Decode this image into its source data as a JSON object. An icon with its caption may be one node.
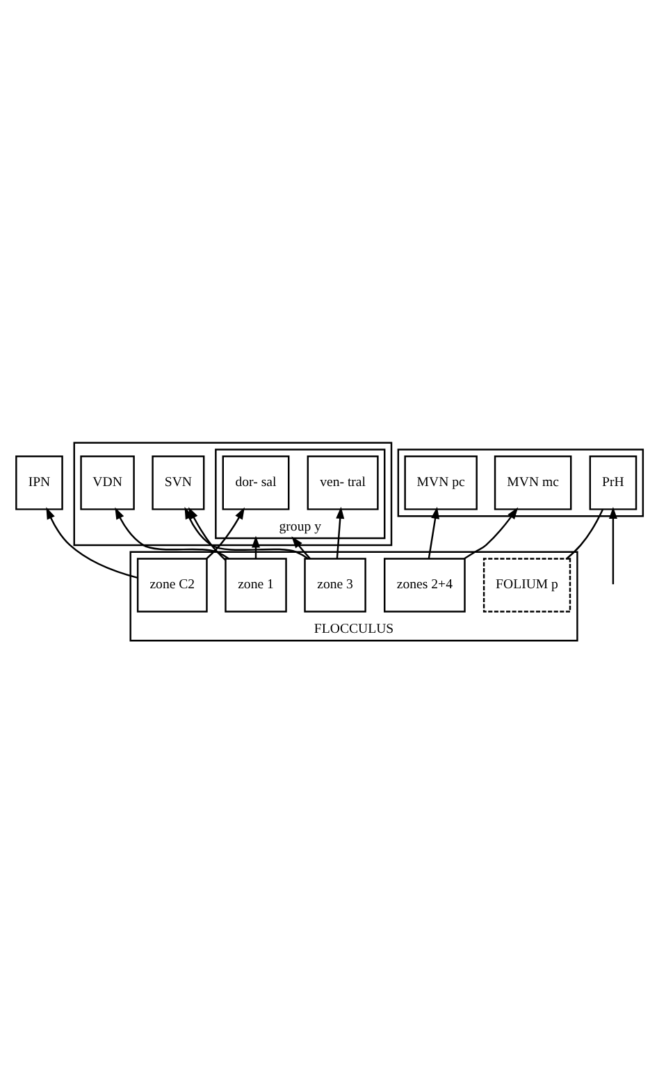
{
  "diagram": {
    "nodes": [
      {
        "text": [
          "IPN"
        ]
      },
      {
        "text": [],
        "shape": "box"
      },
      {
        "text": [
          "VDN"
        ],
        "in": 1
      },
      {
        "text": [
          "group y"
        ],
        "in": 1
      },
      {
        "text": [
          "dor- sal"
        ],
        "in": 3
      },
      {
        "text": [
          "ven- tral"
        ],
        "in": 3
      },
      {
        "text": [
          "SVN"
        ],
        "in": 1
      },
      {
        "text": [],
        "shape": "box"
      },
      {
        "text": [
          "MVN mc"
        ],
        "in": 7
      },
      {
        "text": [
          "MVN pc"
        ],
        "in": 7
      },
      {
        "text": [
          "PrH"
        ],
        "in": 7
      },
      {
        "text": [
          "FLOCCULUS"
        ]
      },
      {
        "text": [
          "zone C2"
        ],
        "in": 11
      },
      {
        "text": [
          "zone 1"
        ],
        "in": 11
      },
      {
        "text": [
          "zones 2+4"
        ],
        "in": 11
      },
      {
        "text": [
          "zone 3"
        ],
        "in": 11
      },
      {
        "text": [
          "FOLIUM p"
        ],
        "in": 11
      }
    ],
    "edges": [
      {
        "from": 12,
        "to": 0,
        "arrow": "to"
      },
      {
        "from": 12,
        "to": 4,
        "arrow": "to"
      },
      {
        "from": 13,
        "to": 2,
        "arrow": "to"
      },
      {
        "from": 13,
        "to": 3,
        "arrow": "to"
      },
      {
        "from": 13,
        "to": 6,
        "arrow": "to"
      },
      {
        "from": 14,
        "to": 8,
        "arrow": "to"
      },
      {
        "from": 14,
        "to": 9,
        "arrow": "to"
      },
      {
        "from": 15,
        "to": 6,
        "arrow": "to"
      },
      {
        "from": 15,
        "to": 3,
        "arrow": "to"
      },
      {
        "from": 15,
        "to": 5,
        "arrow": "to"
      },
      {
        "from": null,
        "to": 10,
        "arrow": "to"
      },
      {
        "from": 16,
        "to": 10,
        "arrow": "none"
      }
    ]
  }
}
